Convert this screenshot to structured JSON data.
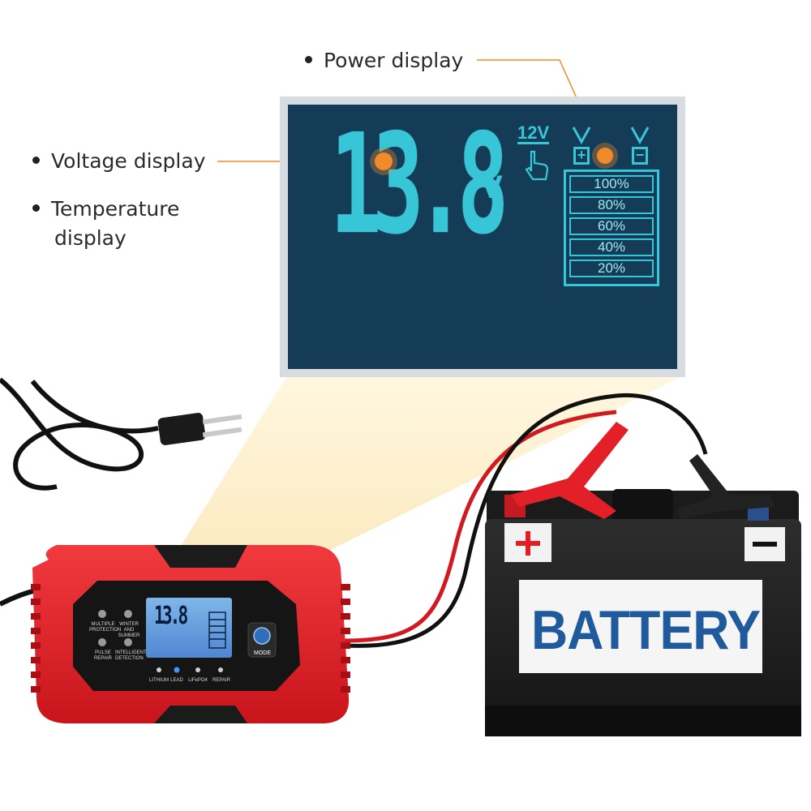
{
  "callouts": {
    "power": "Power display",
    "voltage": "Voltage display",
    "temperature_line1": "Temperature",
    "temperature_line2": "display"
  },
  "lcd": {
    "voltage_reading": "13.8",
    "unit": "V",
    "mode": "12V",
    "battery_levels": [
      "100%",
      "80%",
      "60%",
      "40%",
      "20%"
    ],
    "terminal_positive": "+",
    "terminal_negative": "−"
  },
  "charger": {
    "small_display_reading": "13.8",
    "mode_button": "MODE",
    "features": [
      "MULTIPLE PROTECTION",
      "WINTER AND SUMMER",
      "PULSE REPAIR",
      "INTELLIGENT DETECTION"
    ],
    "indicators": [
      "LITHIUM",
      "LEAD",
      "LiFePO4",
      "REPAIR"
    ]
  },
  "battery": {
    "label": "BATTERY",
    "positive_sign": "+",
    "negative_sign": "−"
  },
  "colors": {
    "lcd_background": "#153c57",
    "lcd_segment": "#36c6d8",
    "charger_red": "#e8232b",
    "battery_label_blue": "#1f5a9c",
    "callout_orange": "#f08a2a"
  }
}
